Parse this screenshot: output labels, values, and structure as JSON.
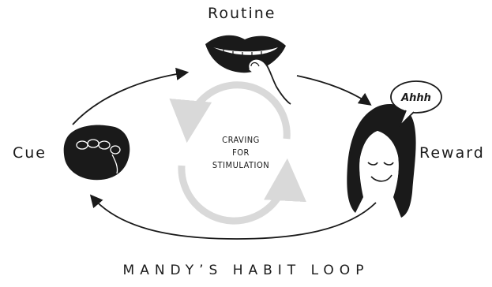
{
  "labels": {
    "routine": "Routine",
    "cue": "Cue",
    "reward": "Reward"
  },
  "center": {
    "line1": "CRAVING",
    "line2": "FOR",
    "line3": "STIMULATION"
  },
  "speech": "Ahhh",
  "caption": "MANDY’S HABIT LOOP",
  "colors": {
    "ink": "#1a1a1a",
    "center_cycle": "#d9d9d9",
    "background": "#ffffff"
  },
  "icons": [
    "mouth-nail-biting-icon",
    "fist-icon",
    "smiling-face-icon",
    "speech-bubble-icon"
  ]
}
